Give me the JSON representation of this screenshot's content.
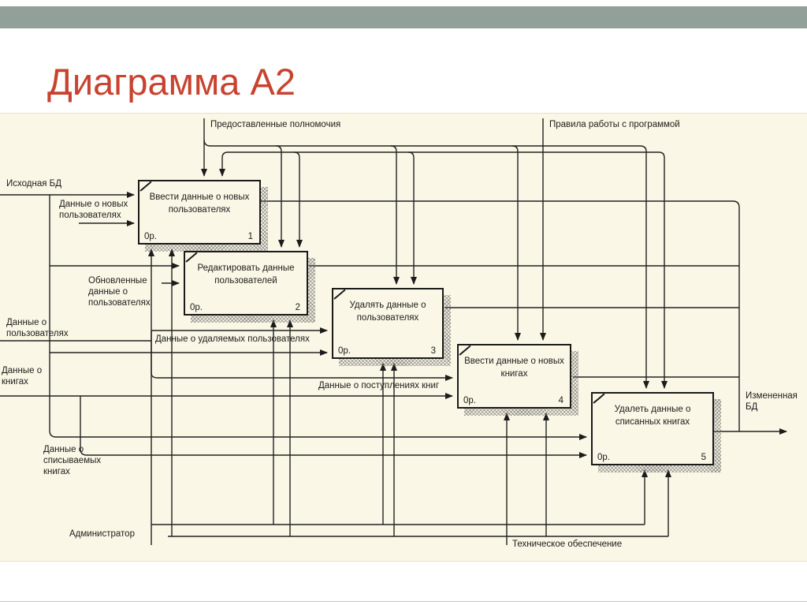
{
  "slide": {
    "title": "Диаграмма А2"
  },
  "diagram": {
    "boxes": [
      {
        "title": "Ввести данные о новых пользователях",
        "cost": "0р.",
        "number": "1"
      },
      {
        "title": "Редактировать данные пользователей",
        "cost": "0р.",
        "number": "2"
      },
      {
        "title": "Удалять данные о пользователях",
        "cost": "0р.",
        "number": "3"
      },
      {
        "title": "Ввести данные о новых книгах",
        "cost": "0р.",
        "number": "4"
      },
      {
        "title": "Удалеть данные о списанных книгах",
        "cost": "0р.",
        "number": "5"
      }
    ],
    "arrow_labels": {
      "granted_authority": "Предоставленные полномочия",
      "program_rules": "Правила работы с программой",
      "source_db": "Исходная БД",
      "new_users_data": "Данные о новых пользователях",
      "updated_users_data": "Обновленные данные о пользователях",
      "users_data": "Данные о пользователях",
      "deleted_users_data": "Данные о удаляемых пользователях",
      "books_data": "Данные о книгах",
      "book_arrivals_data": "Данные о поступлениях книг",
      "writeoff_books_data": "Данные о списываемых книгах",
      "administrator": "Администратор",
      "technical_support": "Техническое обеспечение",
      "changed_db": "Измененная БД"
    },
    "colors": {
      "title_accent": "#c8432f",
      "top_band": "#91a19a",
      "canvas_background": "#fbf7e6",
      "line": "#222222"
    }
  }
}
